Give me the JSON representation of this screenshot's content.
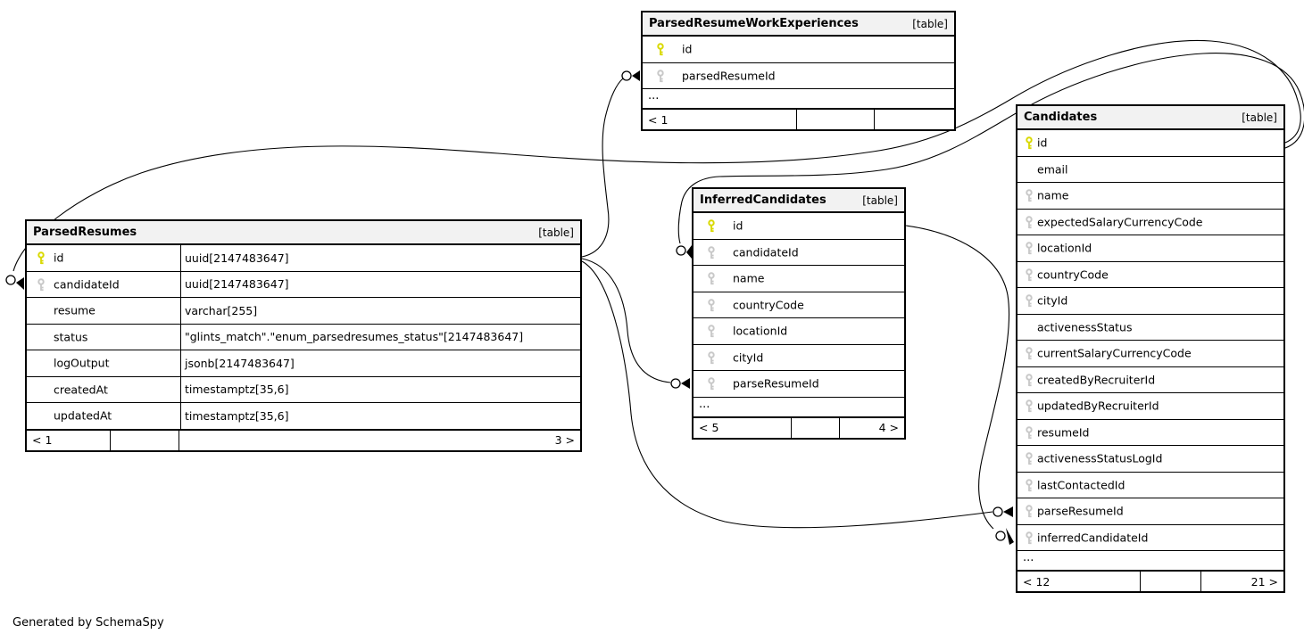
{
  "diagram": {
    "generator_note": "Generated by SchemaSpy",
    "colors": {
      "primary_key": "#d9d900",
      "foreign_key": "#c8c8c8",
      "header_bg": "#f2f2f2",
      "border": "#000000"
    },
    "tables": [
      {
        "id": "ParsedResumeWorkExperiences",
        "name": "ParsedResumeWorkExperiences",
        "tag": "[table]",
        "columns": [
          {
            "name": "id",
            "key": "primary",
            "type": ""
          },
          {
            "name": "parsedResumeId",
            "key": "foreign",
            "type": ""
          }
        ],
        "ellipsis": "...",
        "footer": {
          "left": "< 1",
          "middle": "",
          "right": ""
        }
      },
      {
        "id": "Candidates",
        "name": "Candidates",
        "tag": "[table]",
        "columns": [
          {
            "name": "id",
            "key": "primary",
            "type": ""
          },
          {
            "name": "email",
            "key": "none",
            "type": ""
          },
          {
            "name": "name",
            "key": "foreign",
            "type": ""
          },
          {
            "name": "expectedSalaryCurrencyCode",
            "key": "foreign",
            "type": ""
          },
          {
            "name": "locationId",
            "key": "foreign",
            "type": ""
          },
          {
            "name": "countryCode",
            "key": "foreign",
            "type": ""
          },
          {
            "name": "cityId",
            "key": "foreign",
            "type": ""
          },
          {
            "name": "activenessStatus",
            "key": "none",
            "type": ""
          },
          {
            "name": "currentSalaryCurrencyCode",
            "key": "foreign",
            "type": ""
          },
          {
            "name": "createdByRecruiterId",
            "key": "foreign",
            "type": ""
          },
          {
            "name": "updatedByRecruiterId",
            "key": "foreign",
            "type": ""
          },
          {
            "name": "resumeId",
            "key": "foreign",
            "type": ""
          },
          {
            "name": "activenessStatusLogId",
            "key": "foreign",
            "type": ""
          },
          {
            "name": "lastContactedId",
            "key": "foreign",
            "type": ""
          },
          {
            "name": "parseResumeId",
            "key": "foreign",
            "type": ""
          },
          {
            "name": "inferredCandidateId",
            "key": "foreign",
            "type": ""
          }
        ],
        "ellipsis": "...",
        "footer": {
          "left": "< 12",
          "middle": "",
          "right": "21 >"
        }
      },
      {
        "id": "InferredCandidates",
        "name": "InferredCandidates",
        "tag": "[table]",
        "columns": [
          {
            "name": "id",
            "key": "primary",
            "type": ""
          },
          {
            "name": "candidateId",
            "key": "foreign",
            "type": ""
          },
          {
            "name": "name",
            "key": "foreign",
            "type": ""
          },
          {
            "name": "countryCode",
            "key": "foreign",
            "type": ""
          },
          {
            "name": "locationId",
            "key": "foreign",
            "type": ""
          },
          {
            "name": "cityId",
            "key": "foreign",
            "type": ""
          },
          {
            "name": "parseResumeId",
            "key": "foreign",
            "type": ""
          }
        ],
        "ellipsis": "...",
        "footer": {
          "left": "< 5",
          "middle": "",
          "right": "4 >"
        }
      },
      {
        "id": "ParsedResumes",
        "name": "ParsedResumes",
        "tag": "[table]",
        "columns": [
          {
            "name": "id",
            "key": "primary",
            "type": "uuid[2147483647]"
          },
          {
            "name": "candidateId",
            "key": "foreign",
            "type": "uuid[2147483647]"
          },
          {
            "name": "resume",
            "key": "none",
            "type": "varchar[255]"
          },
          {
            "name": "status",
            "key": "none",
            "type": "\"glints_match\".\"enum_parsedresumes_status\"[2147483647]"
          },
          {
            "name": "logOutput",
            "key": "none",
            "type": "jsonb[2147483647]"
          },
          {
            "name": "createdAt",
            "key": "none",
            "type": "timestamptz[35,6]"
          },
          {
            "name": "updatedAt",
            "key": "none",
            "type": "timestamptz[35,6]"
          }
        ],
        "footer": {
          "left": "< 1",
          "middle": "",
          "right": "3 >"
        }
      }
    ],
    "relationships": [
      {
        "from": "ParsedResumes.id",
        "to": "ParsedResumeWorkExperiences.parsedResumeId"
      },
      {
        "from": "ParsedResumes.id",
        "to": "InferredCandidates.parseResumeId"
      },
      {
        "from": "ParsedResumes.id",
        "to": "Candidates.parseResumeId"
      },
      {
        "from": "Candidates.id",
        "to": "ParsedResumes.candidateId"
      },
      {
        "from": "Candidates.id",
        "to": "InferredCandidates.candidateId"
      },
      {
        "from": "InferredCandidates.id",
        "to": "Candidates.inferredCandidateId"
      }
    ]
  }
}
